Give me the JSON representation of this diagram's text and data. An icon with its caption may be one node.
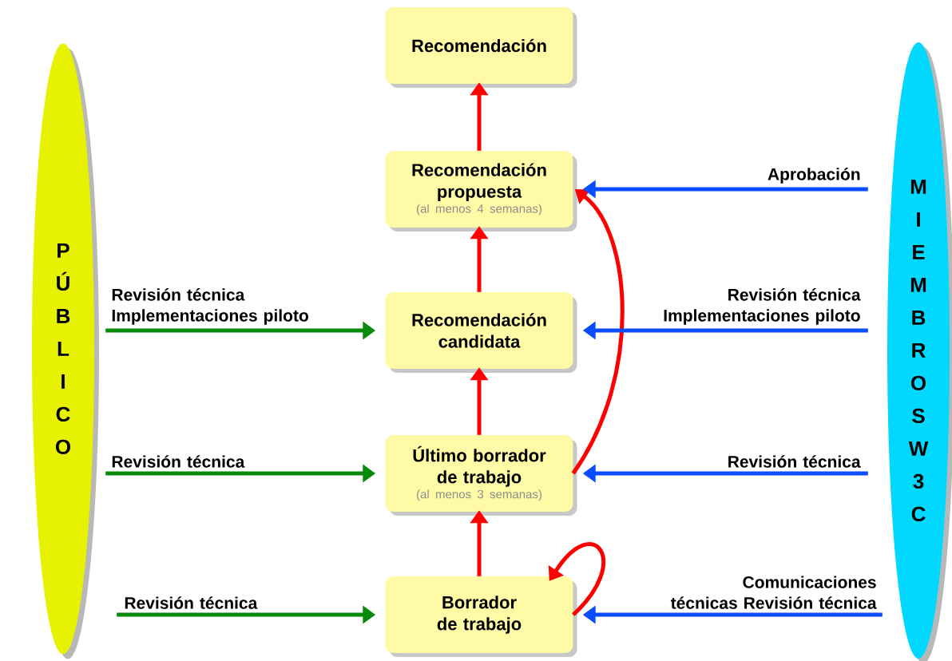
{
  "diagram": {
    "nodes": [
      {
        "text": [
          "PÚBLICO"
        ]
      },
      {
        "text": [
          "MIEMBROS W3C"
        ]
      },
      {
        "text": [
          "Recomendación"
        ]
      },
      {
        "text": [
          "Recomendación propuesta",
          "(al menos 4 semanas)"
        ]
      },
      {
        "text": [
          "Recomendación candidata"
        ]
      },
      {
        "text": [
          "Último borrador de trabajo",
          "(al menos 3 semanas)"
        ]
      },
      {
        "text": [
          "Borrador de trabajo"
        ]
      }
    ],
    "edges": [
      {
        "from": 6,
        "to": 5,
        "arrow": "to"
      },
      {
        "from": 5,
        "to": 4,
        "arrow": "to"
      },
      {
        "from": 4,
        "to": 3,
        "arrow": "to"
      },
      {
        "from": 3,
        "to": 2,
        "arrow": "to"
      },
      {
        "from": 5,
        "to": 3,
        "arrow": "to"
      },
      {
        "from": 6,
        "to": 6,
        "arrow": "to"
      },
      {
        "from": 0,
        "to": 4,
        "arrow": "to",
        "label": "Revisión técnica Implementaciones piloto",
        "color": "#0a8a0a"
      },
      {
        "from": 0,
        "to": 5,
        "arrow": "to",
        "label": "Revisión técnica",
        "color": "#0a8a0a"
      },
      {
        "from": 0,
        "to": 6,
        "arrow": "to",
        "label": "Revisión técnica",
        "color": "#0a8a0a"
      },
      {
        "from": 1,
        "to": 3,
        "arrow": "to",
        "label": "Aprobación",
        "color": "#0a4cff"
      },
      {
        "from": 1,
        "to": 4,
        "arrow": "to",
        "label": "Revisión técnica Implementaciones piloto",
        "color": "#0a4cff"
      },
      {
        "from": 1,
        "to": 5,
        "arrow": "to",
        "label": "Revisión técnica",
        "color": "#0a4cff"
      },
      {
        "from": 1,
        "to": 6,
        "arrow": "to",
        "label": "Comunicaciones técnicas Revisión técnica",
        "color": "#0a4cff"
      }
    ]
  }
}
